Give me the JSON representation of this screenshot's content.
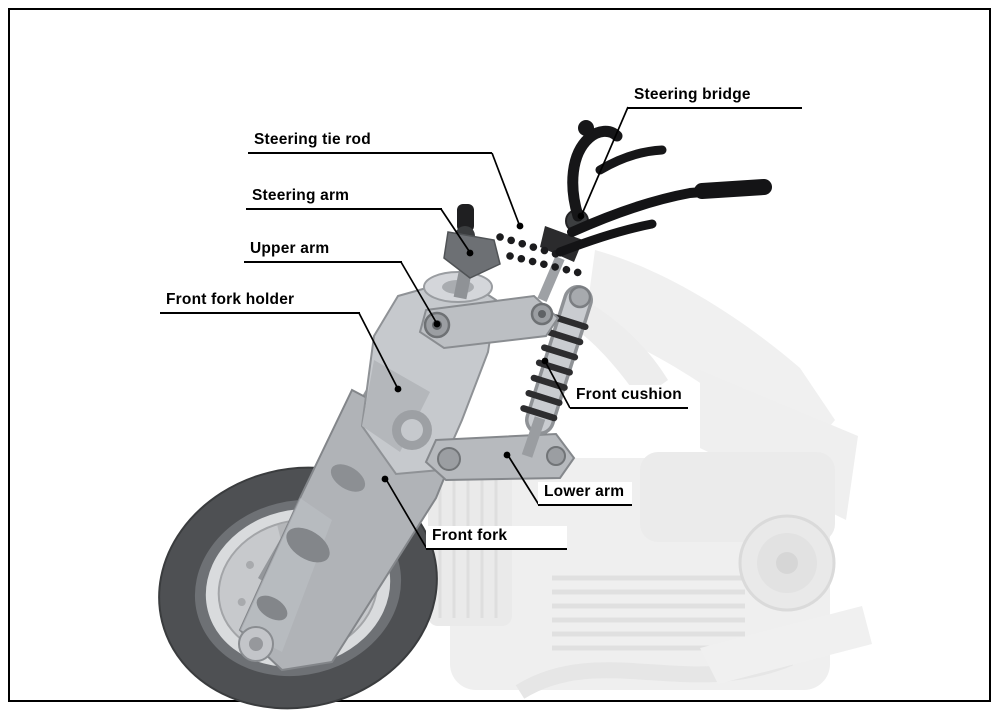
{
  "figure": {
    "labels": [
      {
        "text": "Steering bridge"
      },
      {
        "text": "Steering tie rod"
      },
      {
        "text": "Steering arm"
      },
      {
        "text": "Upper arm"
      },
      {
        "text": "Front fork holder"
      },
      {
        "text": "Front cushion"
      },
      {
        "text": "Lower arm"
      },
      {
        "text": "Front fork"
      }
    ],
    "colors": {
      "background": "#ffffff",
      "border": "#000000",
      "label_text": "#000000",
      "leader_line": "#000000",
      "metal_light": "#c6c9cd",
      "metal_mid": "#aeb1b5",
      "metal_dark": "#85888c",
      "black_parts": "#161618",
      "ghost_gray": "#ededed",
      "tire": "#4e5053"
    }
  }
}
